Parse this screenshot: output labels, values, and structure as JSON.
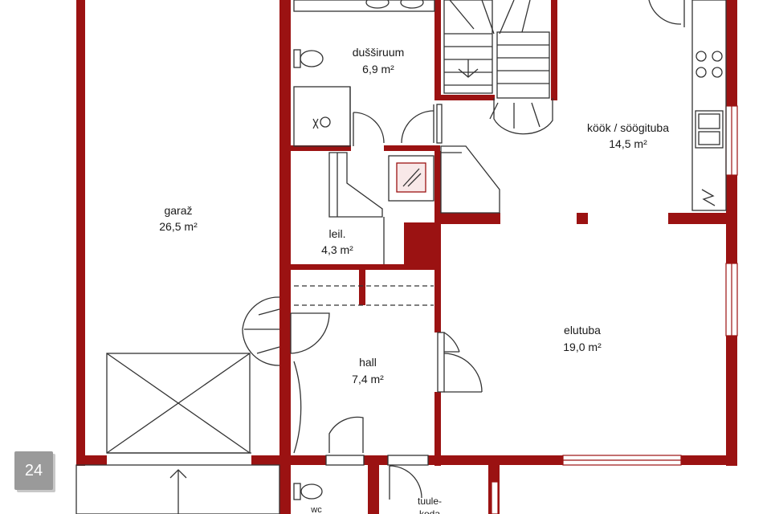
{
  "rooms": {
    "dushiruum": {
      "name": "dušširuum",
      "area": "6,9 m²"
    },
    "kook": {
      "name": "köök / söögituba",
      "area": "14,5 m²"
    },
    "garaz": {
      "name": "garaž",
      "area": "26,5 m²"
    },
    "leil": {
      "name": "leil.",
      "area": "4,3 m²"
    },
    "elutuba": {
      "name": "elutuba",
      "area": "19,0 m²"
    },
    "hall": {
      "name": "hall",
      "area": "7,4 m²"
    },
    "wc": {
      "name": "wc"
    },
    "tuulekoda": {
      "line1": "tuule-",
      "line2": "koda"
    }
  },
  "page_number": "24",
  "colors": {
    "wall": "#9b1212",
    "line": "#333333",
    "window": "#f4dede",
    "badge": "#9a9a9a"
  }
}
